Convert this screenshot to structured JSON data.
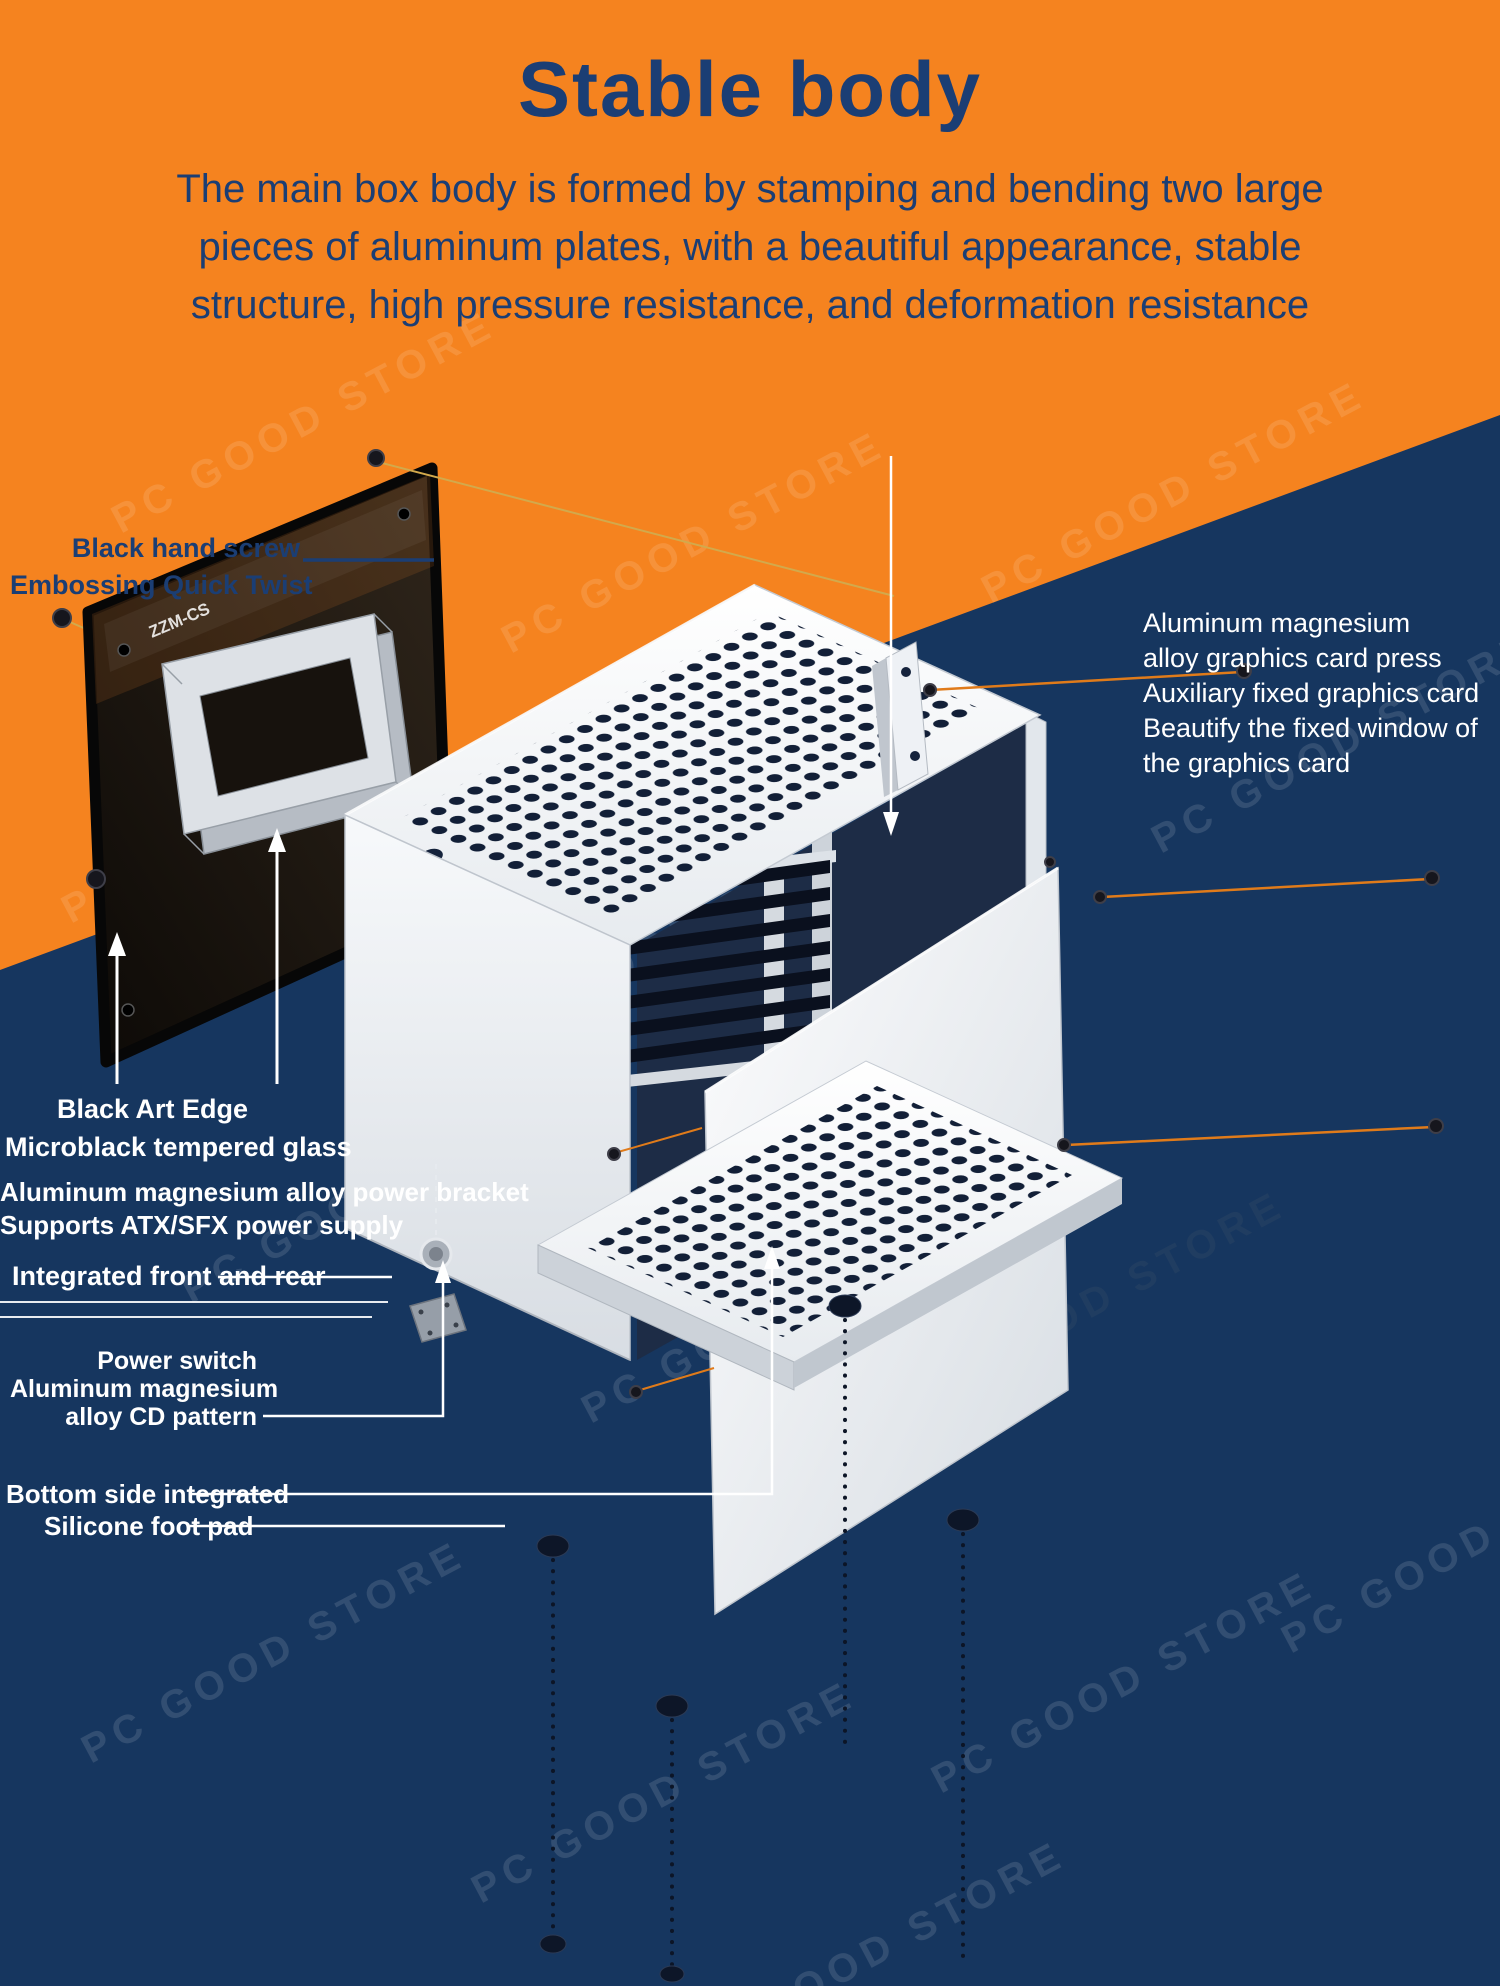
{
  "page": {
    "title": "Stable body",
    "description_lines": [
      "The main box body is formed by stamping and bending two large",
      "pieces of aluminum plates, with a beautiful appearance, stable",
      "structure, high pressure resistance, and deformation resistance"
    ]
  },
  "watermark": {
    "text": "PC GOOD STORE"
  },
  "brand": {
    "glass_logo": "ZZM-CS"
  },
  "colors": {
    "background_orange": "#F5831F",
    "background_navy": "#16365F",
    "heading_navy": "#1B3E74",
    "callout_white": "#FFFFFF",
    "rod_orange": "#E07B1A"
  },
  "callouts": {
    "hand_screw": {
      "lines": [
        "Black hand screw",
        "Embossing Quick Twist"
      ]
    },
    "gpu_press": {
      "lines": [
        "Aluminum magnesium",
        "alloy graphics card press",
        "Auxiliary fixed graphics card",
        "Beautify the fixed window of",
        "the graphics card"
      ]
    },
    "art_edge": {
      "lines": [
        "Black Art Edge",
        "Microblack tempered glass"
      ]
    },
    "power_bracket": {
      "lines": [
        "Aluminum magnesium alloy power bracket",
        "Supports ATX/SFX power supply"
      ]
    },
    "front_rear": {
      "lines": [
        "Integrated front and rear"
      ]
    },
    "power_switch": {
      "lines": [
        "Power switch",
        "Aluminum magnesium",
        "alloy CD pattern"
      ]
    },
    "bottom_side": {
      "lines": [
        "Bottom side integrated"
      ]
    },
    "foot_pad": {
      "lines": [
        "Silicone foot pad"
      ]
    }
  }
}
